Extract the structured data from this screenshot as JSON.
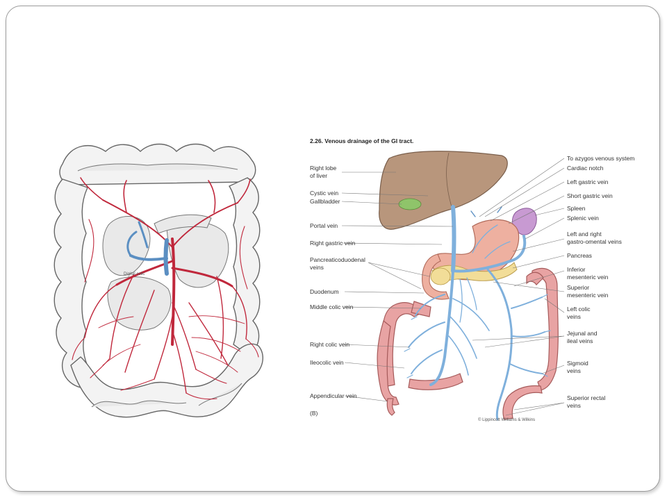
{
  "slide": {
    "border_color": "#9a9a9a"
  },
  "left_figure": {
    "label_tiny": "Digital colic"
  },
  "right_figure": {
    "title": "2.26. Venous drainage of the GI tract.",
    "panel_letter": "(B)",
    "credit": "© Lippincott Williams & Wilkins",
    "left_labels": [
      "Right lobe",
      "of liver",
      "Cystic vein",
      "Gallbladder",
      "Portal vein",
      "Right gastric vein",
      "Pancreaticoduodenal",
      "veins",
      "Duodenum",
      "Middle colic vein",
      "Right colic vein",
      "Ileocolic vein",
      "Appendicular vein"
    ],
    "right_labels": [
      "To azygos venous system",
      "Cardiac notch",
      "Left gastric vein",
      "Short gastric vein",
      "Spleen",
      "Splenic vein",
      "Left and right",
      "gastro-omental veins",
      "Pancreas",
      "Inferior",
      "mesenteric vein",
      "Superior",
      "mesenteric vein",
      "Left colic",
      "veins",
      "Jejunal and",
      "ileal veins",
      "Sigmoid",
      "veins",
      "Superior rectal",
      "veins"
    ],
    "colors": {
      "liver": "#b8967c",
      "vein": "#7fb0dc",
      "colon": "#e8a3a3",
      "spleen": "#c89ad2",
      "gallbladder": "#8fc46a"
    }
  }
}
